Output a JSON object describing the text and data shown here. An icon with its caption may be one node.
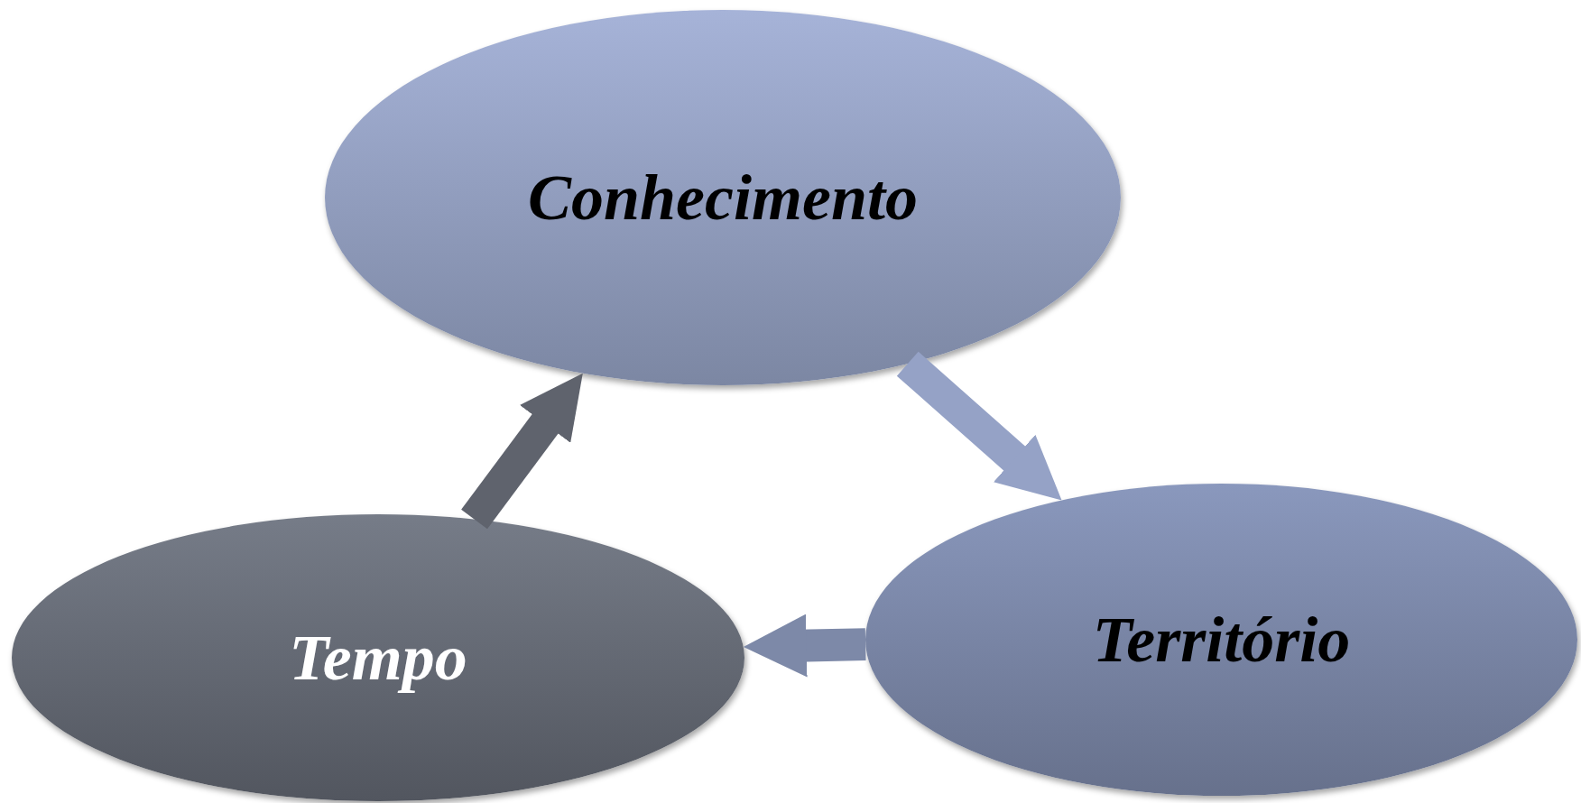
{
  "diagram": {
    "nodes": [
      {
        "text": [
          "Conhecimento"
        ]
      },
      {
        "text": [
          "Território"
        ]
      },
      {
        "text": [
          "Tempo"
        ]
      }
    ],
    "edges": [
      {
        "from": 0,
        "to": 1,
        "arrow": "to",
        "color": "#95a2c6"
      },
      {
        "from": 1,
        "to": 2,
        "arrow": "to",
        "color": "#7d89a8"
      },
      {
        "from": 2,
        "to": 0,
        "arrow": "to",
        "color": "#5f636d"
      }
    ]
  }
}
